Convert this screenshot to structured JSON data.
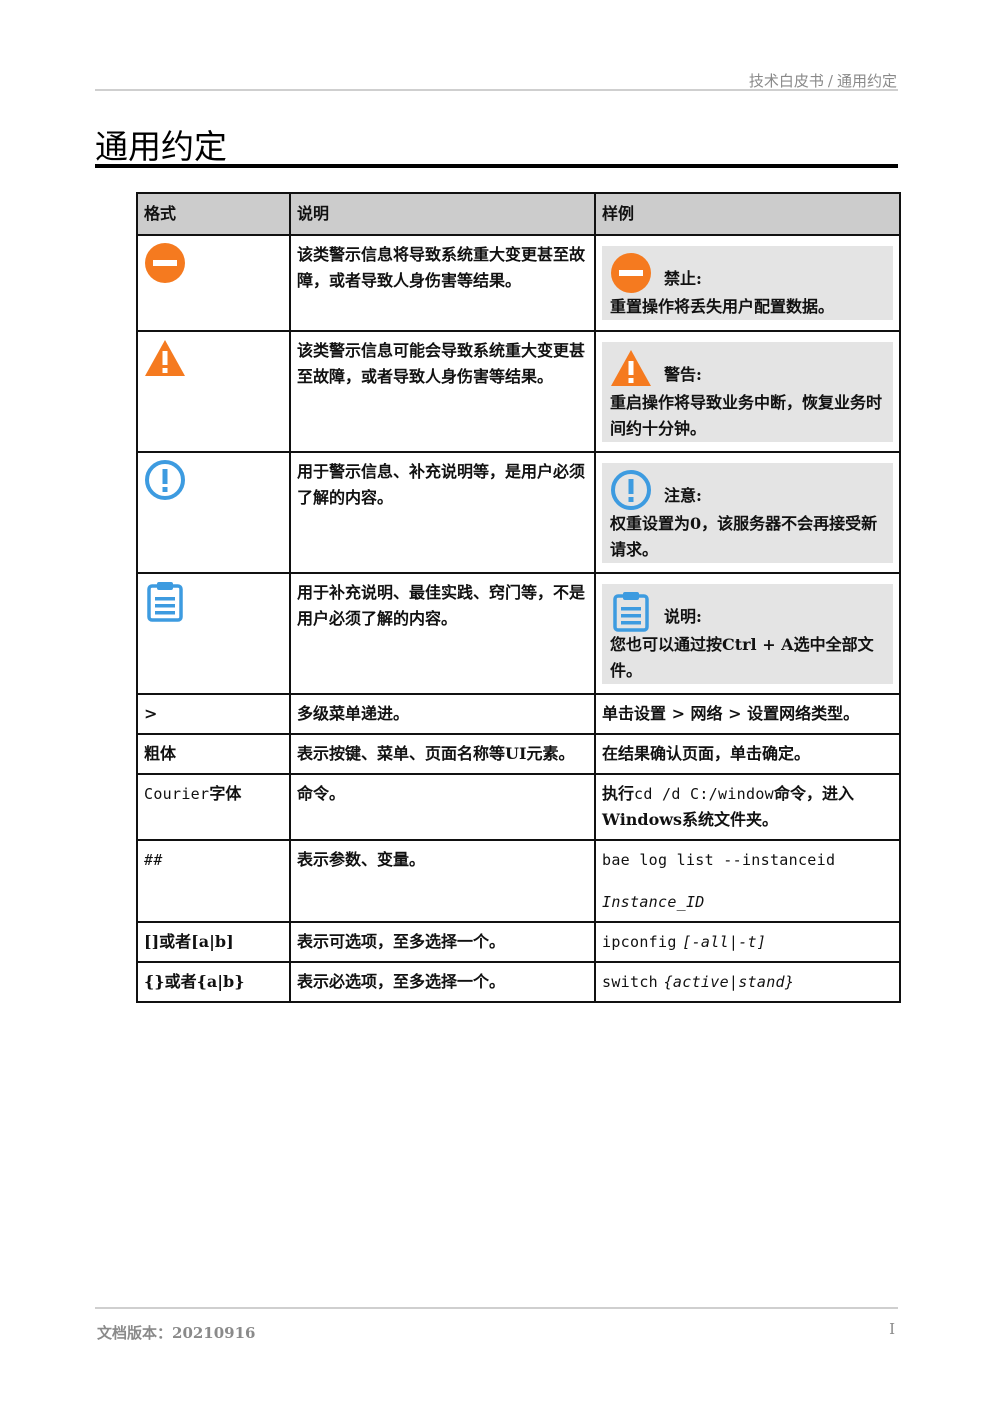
{
  "header": {
    "doc": "技术白皮书",
    "separator": "/",
    "section": "通用约定"
  },
  "title": "通用约定",
  "table": {
    "headers": [
      "格式",
      "说明",
      "样例"
    ],
    "rows": {
      "prohibit": {
        "icon": "prohibit-icon",
        "desc": "该类警示信息将导致系统重大变更甚至故障，或者导致人身伤害等结果。",
        "note_label": "禁止:",
        "note_text": "重置操作将丢失用户配置数据。"
      },
      "warning": {
        "icon": "warning-icon",
        "desc": "该类警示信息可能会导致系统重大变更甚至故障，或者导致人身伤害等结果。",
        "note_label": "警告:",
        "note_text": "重启操作将导致业务中断，恢复业务时间约十分钟。"
      },
      "notice": {
        "icon": "notice-icon",
        "desc": "用于警示信息、补充说明等，是用户必须了解的内容。",
        "note_label": "注意:",
        "note_text": "权重设置为0，该服务器不会再接受新请求。"
      },
      "explain": {
        "icon": "clipboard-icon",
        "desc": "用于补充说明、最佳实践、窍门等，不是用户必须了解的内容。",
        "note_label": "说明:",
        "note_text": "您也可以通过按Ctrl + A选中全部文件。"
      },
      "menu": {
        "format": ">",
        "desc": "多级菜单递进。",
        "example": "单击设置 > 网络 > 设置网络类型。"
      },
      "bold": {
        "format": "粗体",
        "desc": "表示按键、菜单、页面名称等UI元素。",
        "example": "在结果确认页面，单击确定。"
      },
      "courier": {
        "format_mono": "Courier",
        "format_suffix": "字体",
        "desc": "命令。",
        "example_prefix": "执行",
        "example_mono": "cd /d C:/window",
        "example_suffix": "命令，进入Windows系统文件夹。"
      },
      "italic": {
        "format": "##",
        "desc": "表示参数、变量。",
        "example_line1": "bae log list --instanceid",
        "example_line2": "Instance_ID"
      },
      "optional": {
        "format": "[]或者[a|b]",
        "desc": "表示可选项，至多选择一个。",
        "example_cmd": "ipconfig",
        "example_arg": "[-all|-t]"
      },
      "required": {
        "format": "{}或者{a|b}",
        "desc": "表示必选项，至多选择一个。",
        "example_cmd": "switch",
        "example_arg": "{active|stand}"
      }
    }
  },
  "colors": {
    "prohibit": "#f57a1f",
    "warning": "#f57a1f",
    "notice": "#3d9be0",
    "clipboard": "#3d9be0"
  },
  "footer": {
    "version": "文档版本：20210916",
    "page": "I"
  }
}
